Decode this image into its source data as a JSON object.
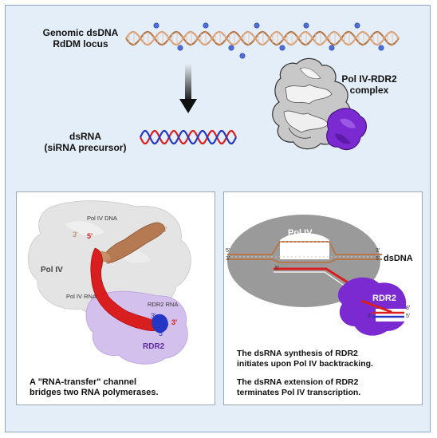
{
  "top": {
    "genomic_label_line1": "Genomic dsDNA",
    "genomic_label_line2": "RdDM locus",
    "complex_label_line1": "Pol IV-RDR2",
    "complex_label_line2": "complex",
    "dsrna_label_line1": "dsRNA",
    "dsrna_label_line2": "(siRNA precursor)"
  },
  "left_panel": {
    "pol4_dna": "Pol IV DNA",
    "pol4": "Pol IV",
    "pol4_rna": "Pol IV RNA",
    "rdr2_rna": "RDR2 RNA",
    "rdr2": "RDR2",
    "end_3a": "3'",
    "end_5a": "5'",
    "end_5b": "5'",
    "end_5c": "5'",
    "end_3b": "3'",
    "end_3c": "3'",
    "end_5d": "5'",
    "caption_line1": "A \"RNA-transfer\" channel",
    "caption_line2": "bridges two RNA polymerases."
  },
  "right_panel": {
    "pol4": "Pol IV",
    "dsdna": "dsDNA",
    "rdr2": "RDR2",
    "left_5": "5'",
    "left_3": "3'",
    "right_3": "3'",
    "right_5": "5'",
    "rna_5": "5'",
    "rdr2_3": "3'",
    "rdr2_end_3": "3'",
    "rdr2_end_5": "5'",
    "caption1_line1": "The dsRNA synthesis of RDR2",
    "caption1_line2": "initiates upon Pol IV backtracking.",
    "caption2_line1": "The dsRNA extension of RDR2",
    "caption2_line2": "terminates Pol IV transcription."
  },
  "colors": {
    "background": "#e4eef8",
    "dna_strand": "#b5784a",
    "methyl_mark": "#4e6fd8",
    "rna_red": "#d81e1e",
    "rna_blue": "#2336c4",
    "pol4": "#9a9a9a",
    "rdr2": "#7a2ad0"
  }
}
